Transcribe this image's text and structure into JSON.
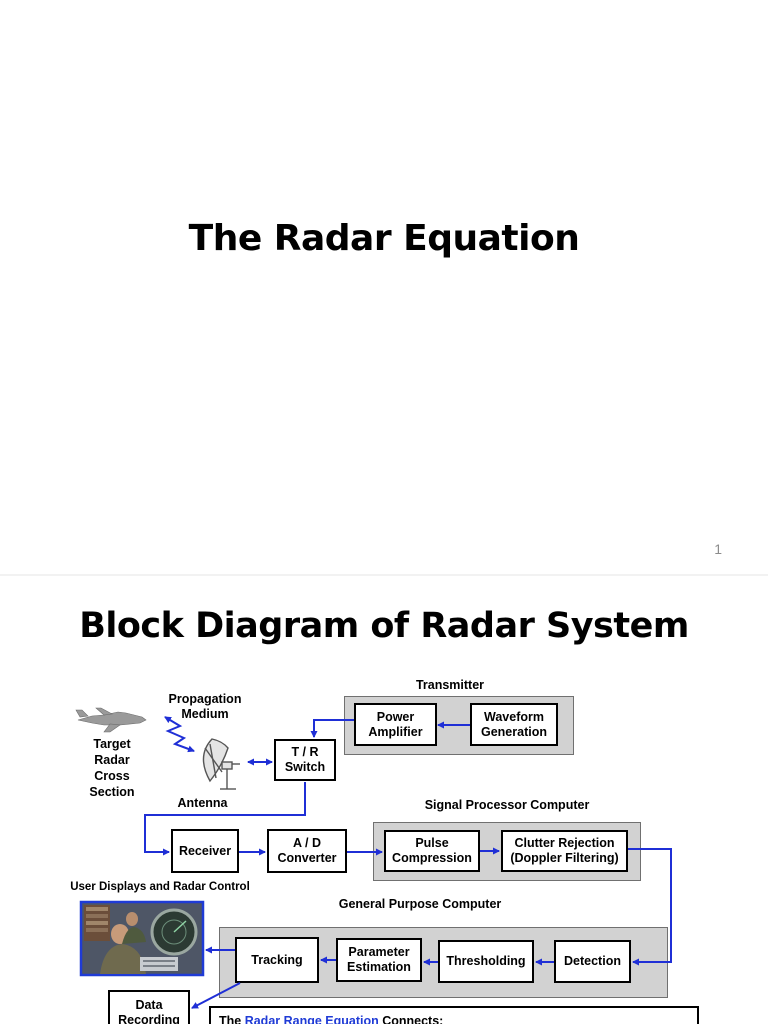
{
  "slide1": {
    "title": "The Radar Equation",
    "page_number": "1"
  },
  "slide2": {
    "title": "Block Diagram of Radar System",
    "groups": {
      "transmitter": "Transmitter",
      "signal_processor": "Signal Processor Computer",
      "general_purpose": "General Purpose Computer"
    },
    "blocks": {
      "power_amplifier": "Power\nAmplifier",
      "waveform_generation": "Waveform\nGeneration",
      "tr_switch": "T / R\nSwitch",
      "receiver": "Receiver",
      "ad_converter": "A / D\nConverter",
      "pulse_compression": "Pulse\nCompression",
      "clutter_rejection": "Clutter Rejection\n(Doppler Filtering)",
      "tracking": "Tracking",
      "parameter_estimation": "Parameter\nEstimation",
      "thresholding": "Thresholding",
      "detection": "Detection",
      "data_recording": "Data\nRecording"
    },
    "labels": {
      "propagation_medium": "Propagation\nMedium",
      "target": "Target\nRadar\nCross\nSection",
      "antenna": "Antenna",
      "user_displays": "User Displays and Radar Control"
    },
    "equation_box": {
      "prefix": "The ",
      "emphasis": "Radar Range Equation",
      "suffix": " Connects:"
    },
    "colors": {
      "arrow": "#1f2fd6",
      "group_fill": "#d2d2d2",
      "photo_border": "#1f3bd6"
    },
    "icons": {
      "aircraft": "fighter-jet-icon",
      "antenna": "dish-antenna-icon",
      "photo": "operator-console-photo",
      "wave": "lightning-wave-icon"
    }
  }
}
